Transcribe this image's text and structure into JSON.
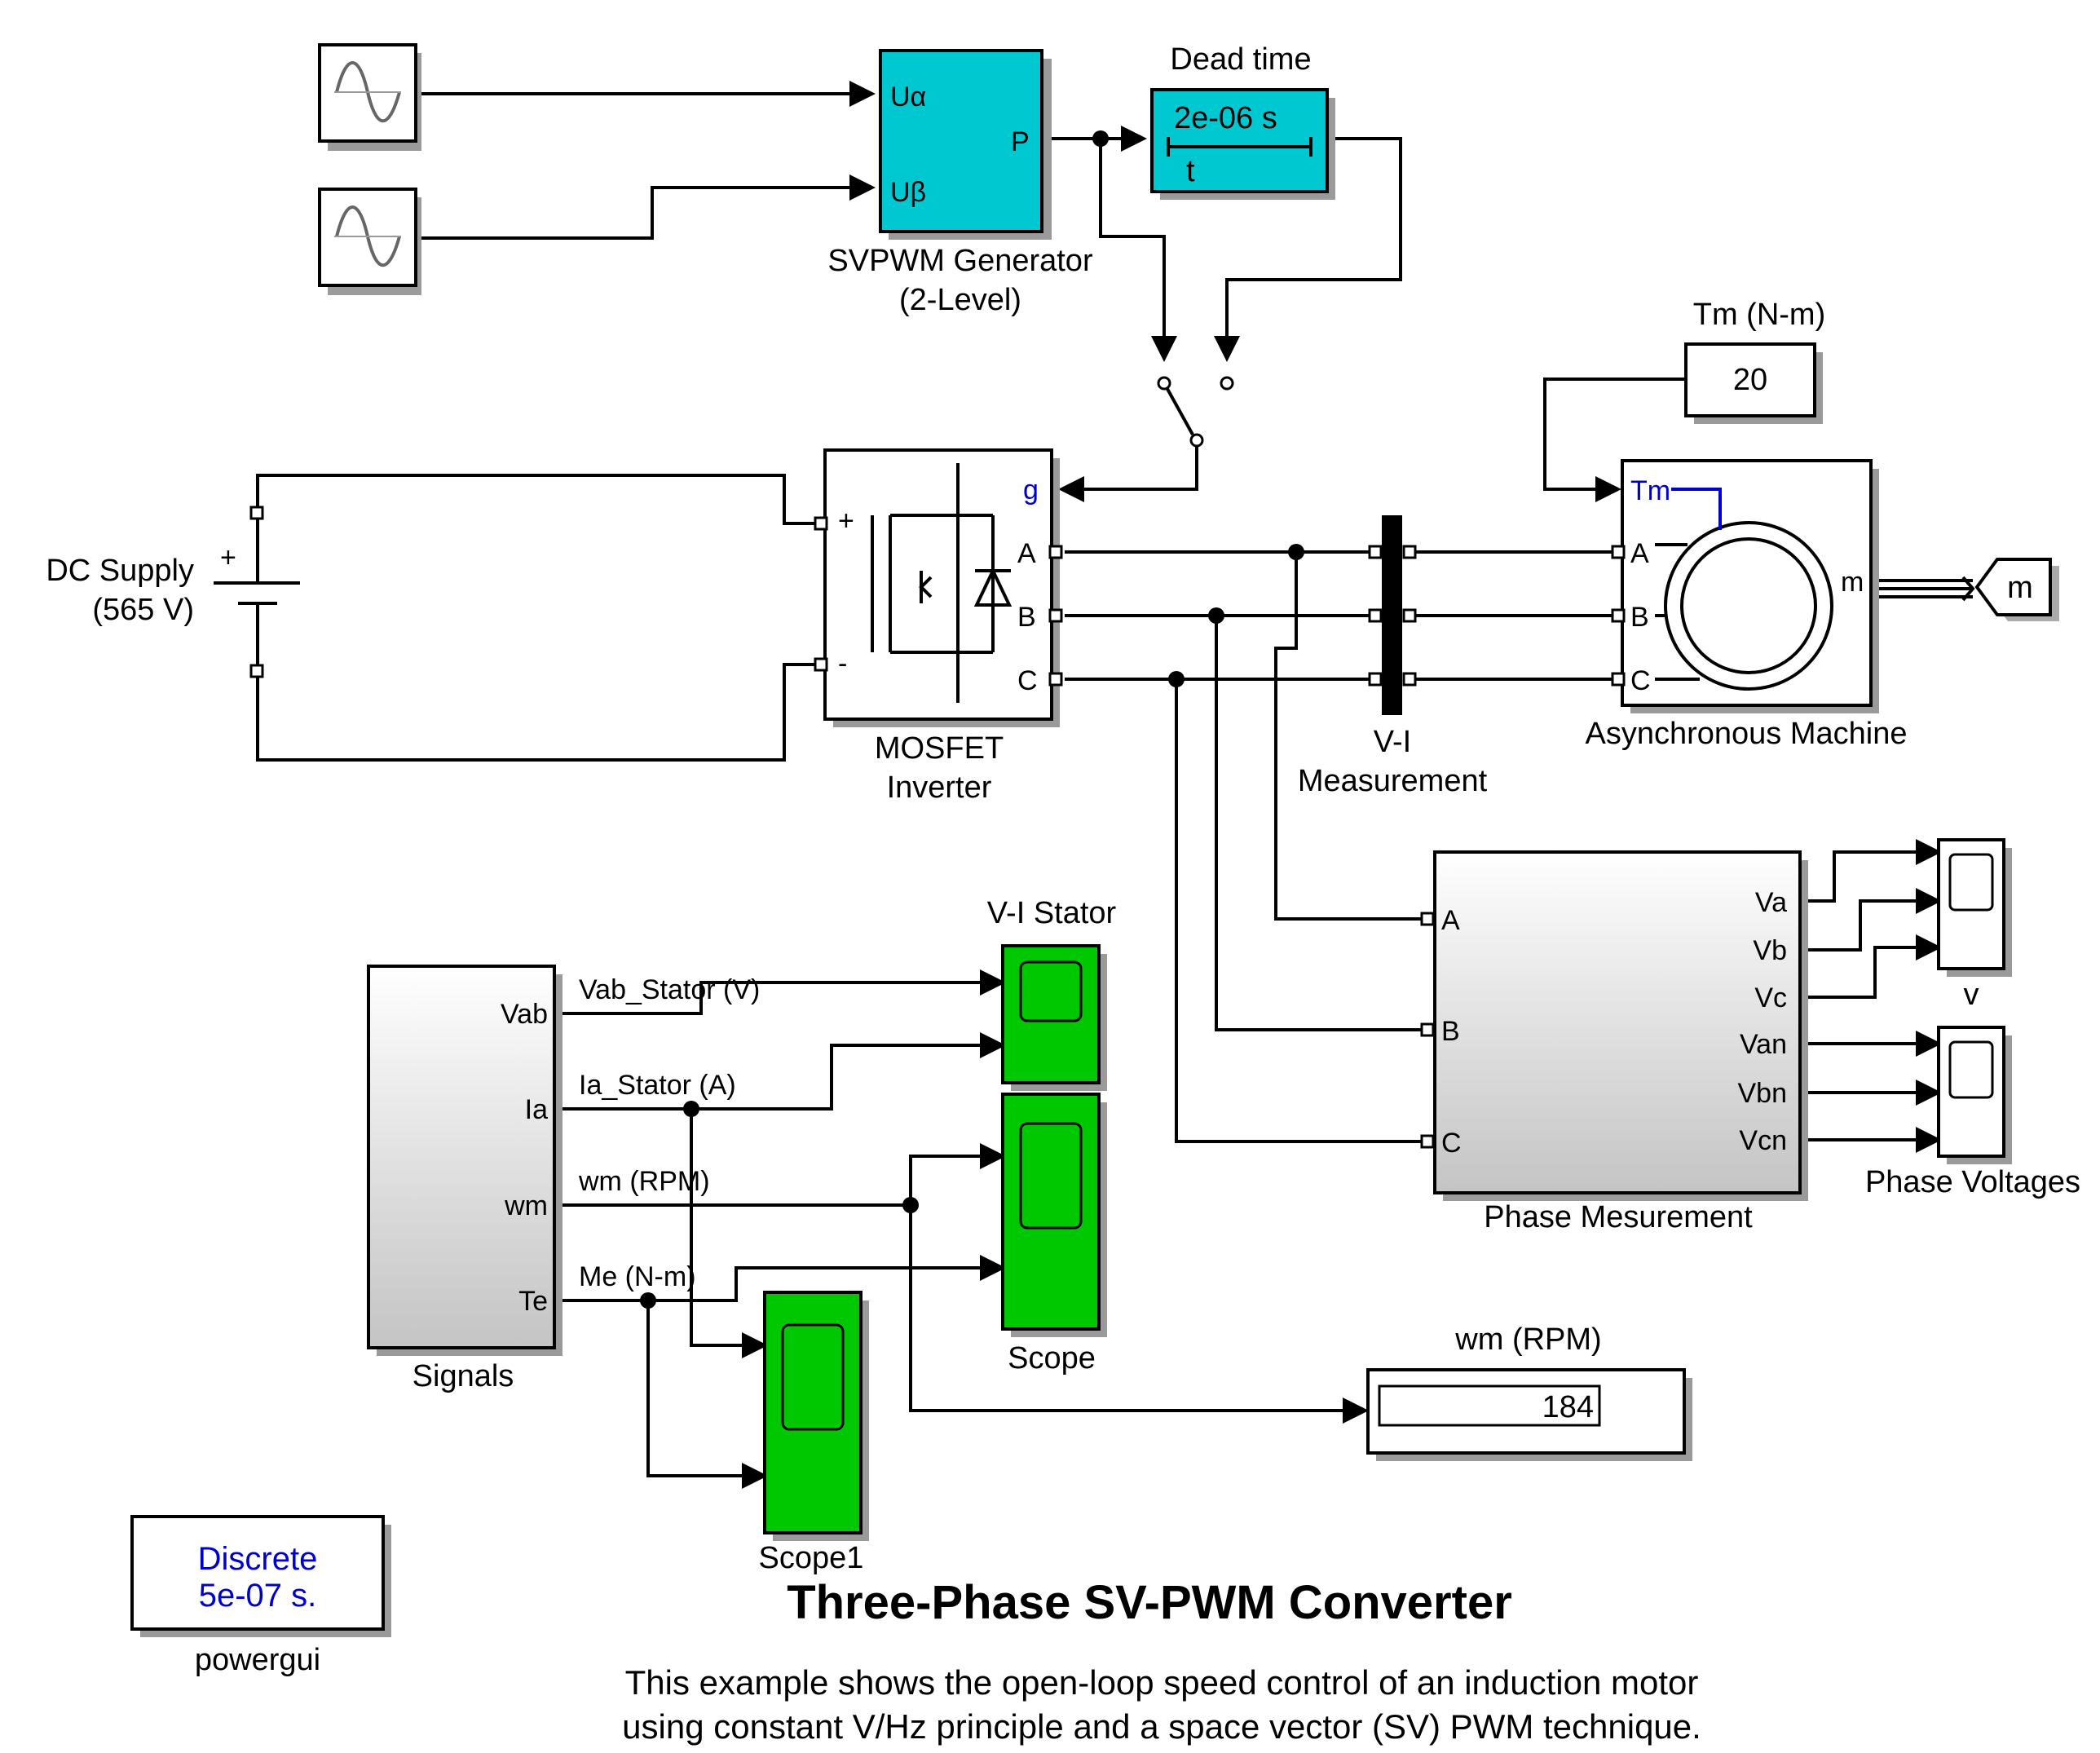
{
  "title": "Three-Phase SV-PWM Converter",
  "description": [
    "This example shows the open-loop speed control of an induction motor",
    "using constant V/Hz principle and a space vector (SV) PWM technique."
  ],
  "colors": {
    "cyan_block": "#00c8d0",
    "green_scope": "#00c800",
    "port_blue": "#0000cc",
    "gray_block_top": "#ffffff",
    "gray_block_bottom": "#c8c8c8"
  },
  "blocks": {
    "svpwm": {
      "name_line1": "SVPWM Generator",
      "name_line2": "(2-Level)",
      "in1": "Uα",
      "in2": "Uβ",
      "out": "P"
    },
    "dead_time": {
      "name": "Dead time",
      "value": "2e-06 s",
      "axis": "t"
    },
    "tm": {
      "name": "Tm (N-m)",
      "value": "20"
    },
    "dc_supply": {
      "name_line1": "DC Supply",
      "name_line2": "(565 V)",
      "plus": "+"
    },
    "inverter": {
      "name_line1": "MOSFET",
      "name_line2": "Inverter",
      "in_plus": "+",
      "in_minus": "-",
      "g": "g",
      "a": "A",
      "b": "B",
      "c": "C"
    },
    "vi_meas": {
      "name_line1": "V-I",
      "name_line2": "Measurement"
    },
    "machine": {
      "name": "Asynchronous Machine",
      "tm": "Tm",
      "a": "A",
      "b": "B",
      "c": "C",
      "m": "m"
    },
    "goto_m": {
      "label": "m"
    },
    "phase_meas": {
      "name": "Phase Mesurement",
      "in_a": "A",
      "in_b": "B",
      "in_c": "C",
      "outs": [
        "Va",
        "Vb",
        "Vc",
        "Van",
        "Vbn",
        "Vcn"
      ]
    },
    "scope_v": {
      "name": "v"
    },
    "scope_phase": {
      "name": "Phase Voltages"
    },
    "signals": {
      "name": "Signals",
      "outs": [
        "Vab",
        "Ia",
        "wm",
        "Te"
      ]
    },
    "scope_vi": {
      "name": "V-I Stator"
    },
    "scope": {
      "name": "Scope"
    },
    "scope1": {
      "name": "Scope1"
    },
    "display": {
      "name": "wm (RPM)",
      "value": "184"
    },
    "powergui": {
      "name": "powergui",
      "line1": "Discrete",
      "line2": "5e-07 s."
    }
  },
  "signal_labels": {
    "vab": "Vab_Stator (V)",
    "ia": "Ia_Stator (A)",
    "wm": "wm (RPM)",
    "me": "Me (N-m)"
  }
}
